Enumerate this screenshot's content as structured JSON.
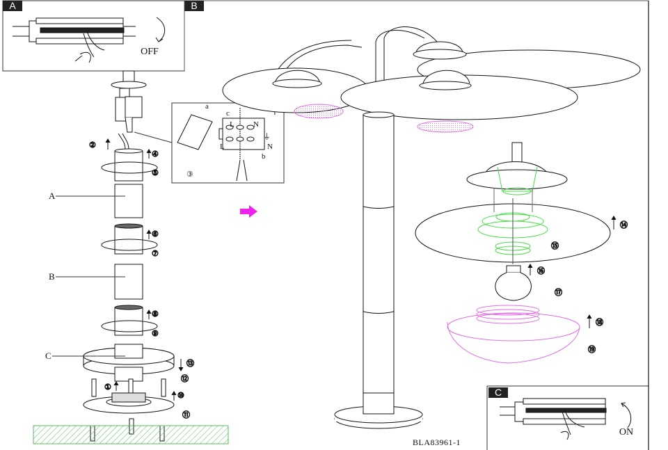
{
  "document": {
    "code": "BLA83961-1",
    "accent_colors": {
      "shade_glass": "#e070e0",
      "highlight_parts": "#44dd44",
      "direction_arrow": "#ee22ee",
      "ground_hatch": "#55bb55"
    }
  },
  "panels": {
    "a": {
      "tag": "A",
      "switch_state": "OFF",
      "icon": "circuit-breaker-off-icon"
    },
    "b": {
      "tag": "B"
    },
    "c": {
      "tag": "C",
      "switch_state": "ON",
      "icon": "circuit-breaker-on-icon"
    }
  },
  "wiring_detail": {
    "step": "③",
    "labels": {
      "a": "a",
      "b": "b",
      "c": "c",
      "live_top": "L",
      "neutral_top": "N",
      "live_bottom": "L",
      "neutral_bottom": "N",
      "earth": "⏚"
    }
  },
  "parts": {
    "a": "A",
    "b": "B",
    "c": "C"
  },
  "steps": [
    "①",
    "②",
    "④",
    "⑤",
    "⑥",
    "⑦",
    "⑧",
    "⑨",
    "⑩",
    "⑪",
    "⑫",
    "⑬",
    "⑭",
    "⑮",
    "⑯",
    "⑰",
    "⑱",
    "⑲"
  ]
}
